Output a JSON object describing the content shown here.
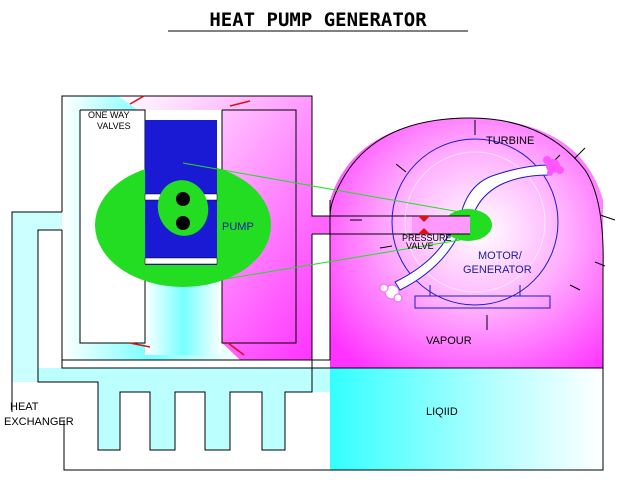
{
  "title": "HEAT PUMP GENERATOR",
  "labels": {
    "one_way_line1": "ONE WAY",
    "one_way_line2": "VALVES",
    "pump": "PUMP",
    "turbine": "TURBINE",
    "pressure_line1": "PRESSURE",
    "pressure_line2": "VALVE",
    "motor_line1": "MOTOR/",
    "motor_line2": "GENERATOR",
    "vapour": "VAPOUR",
    "liquid": "LIQIID",
    "heat_line1": "HEAT",
    "heat_line2": "EXCHANGER"
  },
  "colors": {
    "magenta": "#ff33ff",
    "cyan": "#33ffff",
    "pump_green": "#22dd22",
    "pump_blue": "#1a1ad4",
    "valve_red": "#dd1111",
    "outline": "#000000"
  }
}
